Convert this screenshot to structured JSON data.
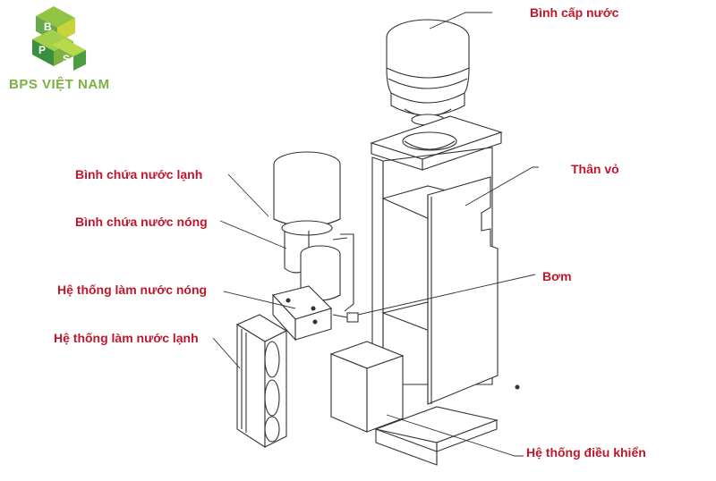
{
  "logo": {
    "brand": "BPS VIỆT NAM",
    "mark_letters": "BPS"
  },
  "labels": {
    "water_bottle": "Bình cấp nước",
    "cold_tank": "Bình chứa nước lạnh",
    "hot_tank": "Bình chứa nước nóng",
    "body_shell": "Thân vỏ",
    "heating_system": "Hệ thống làm nước nóng",
    "pump": "Bơm",
    "cooling_system": "Hệ thống làm nước lạnh",
    "control_system": "Hệ thống điều khiển"
  },
  "colors": {
    "label": "#c0162c",
    "brand_green": "#7cb241",
    "logo_green_dark": "#3a8f3f",
    "logo_yellow": "#c9d43a",
    "line": "#333333"
  }
}
